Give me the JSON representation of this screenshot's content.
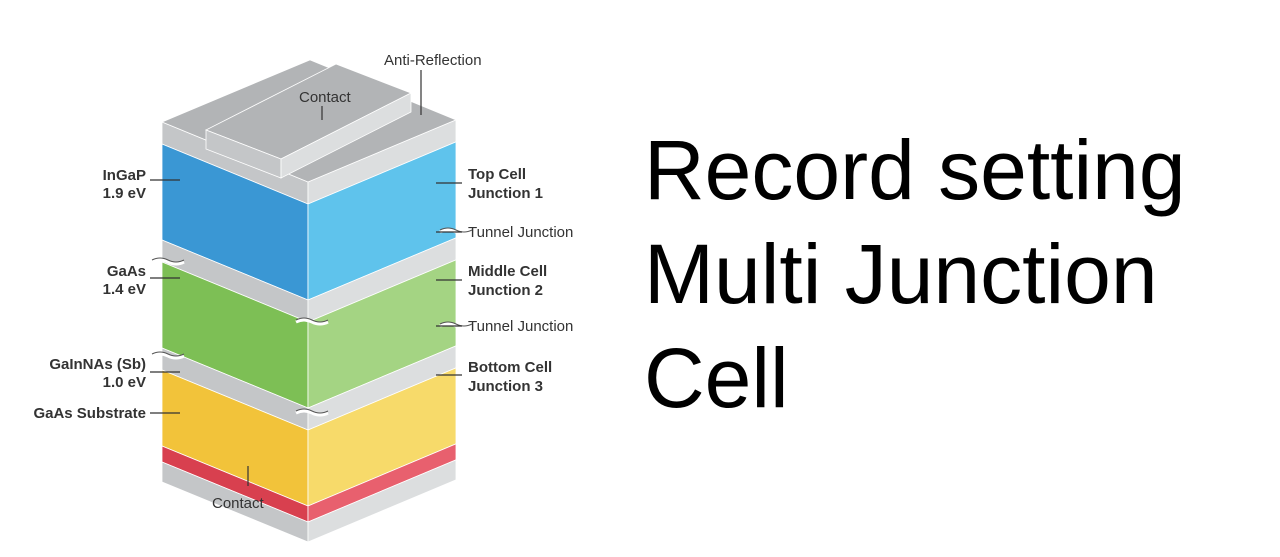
{
  "diagram": {
    "labels": {
      "anti_reflection": "Anti-Reflection",
      "contact_top": "Contact",
      "ingap_name": "InGaP",
      "ingap_ev": "1.9 eV",
      "gaas_name": "GaAs",
      "gaas_ev": "1.4 eV",
      "gainnas_name": "GaInNAs (Sb)",
      "gainnas_ev": "1.0 eV",
      "substrate": "GaAs Substrate",
      "contact_bottom": "Contact",
      "top_cell_1": "Top Cell",
      "top_cell_2": "Junction 1",
      "tunnel_1": "Tunnel Junction",
      "middle_cell_1": "Middle Cell",
      "middle_cell_2": "Junction 2",
      "tunnel_2": "Tunnel Junction",
      "bottom_cell_1": "Bottom Cell",
      "bottom_cell_2": "Junction 3"
    },
    "colors": {
      "blue_front": "#3a97d4",
      "blue_side": "#5fc3ec",
      "green_front": "#7dbf55",
      "green_side": "#a4d483",
      "yellow_front": "#f2c33a",
      "yellow_side": "#f7da6a",
      "red_front": "#d8404f",
      "red_side": "#e8606e",
      "gray_front": "#c4c6c8",
      "gray_side": "#dcdedf",
      "gray_top": "#b2b4b6"
    }
  },
  "headline": {
    "line1": "Record setting",
    "line2": "Multi Junction",
    "line3": "Cell"
  }
}
